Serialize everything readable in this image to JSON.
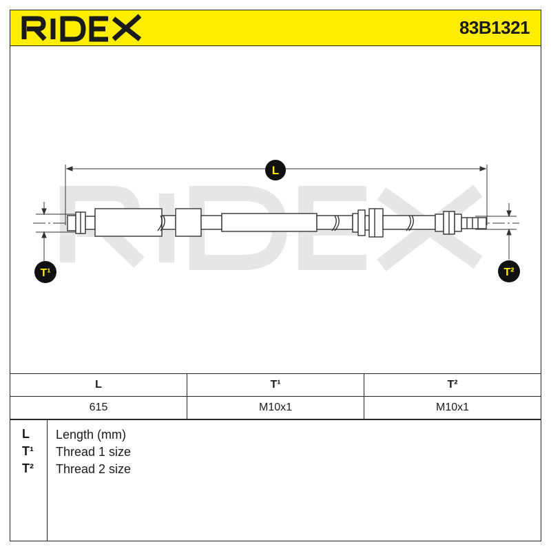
{
  "header": {
    "brand": "RIDEX",
    "part_number": "83B1321",
    "background_color": "#ffed00"
  },
  "drawing": {
    "watermark": "RIDEX",
    "badges": {
      "length": "L",
      "thread1": "T¹",
      "thread2": "T²"
    },
    "badge_color": "#ffed00"
  },
  "specs": {
    "headers": [
      "L",
      "T¹",
      "T²"
    ],
    "values": [
      "615",
      "M10x1",
      "M10x1"
    ]
  },
  "legend": {
    "items": [
      {
        "key": "L",
        "desc": "Length (mm)"
      },
      {
        "key": "T¹",
        "desc": "Thread 1 size"
      },
      {
        "key": "T²",
        "desc": "Thread 2 size"
      }
    ]
  }
}
